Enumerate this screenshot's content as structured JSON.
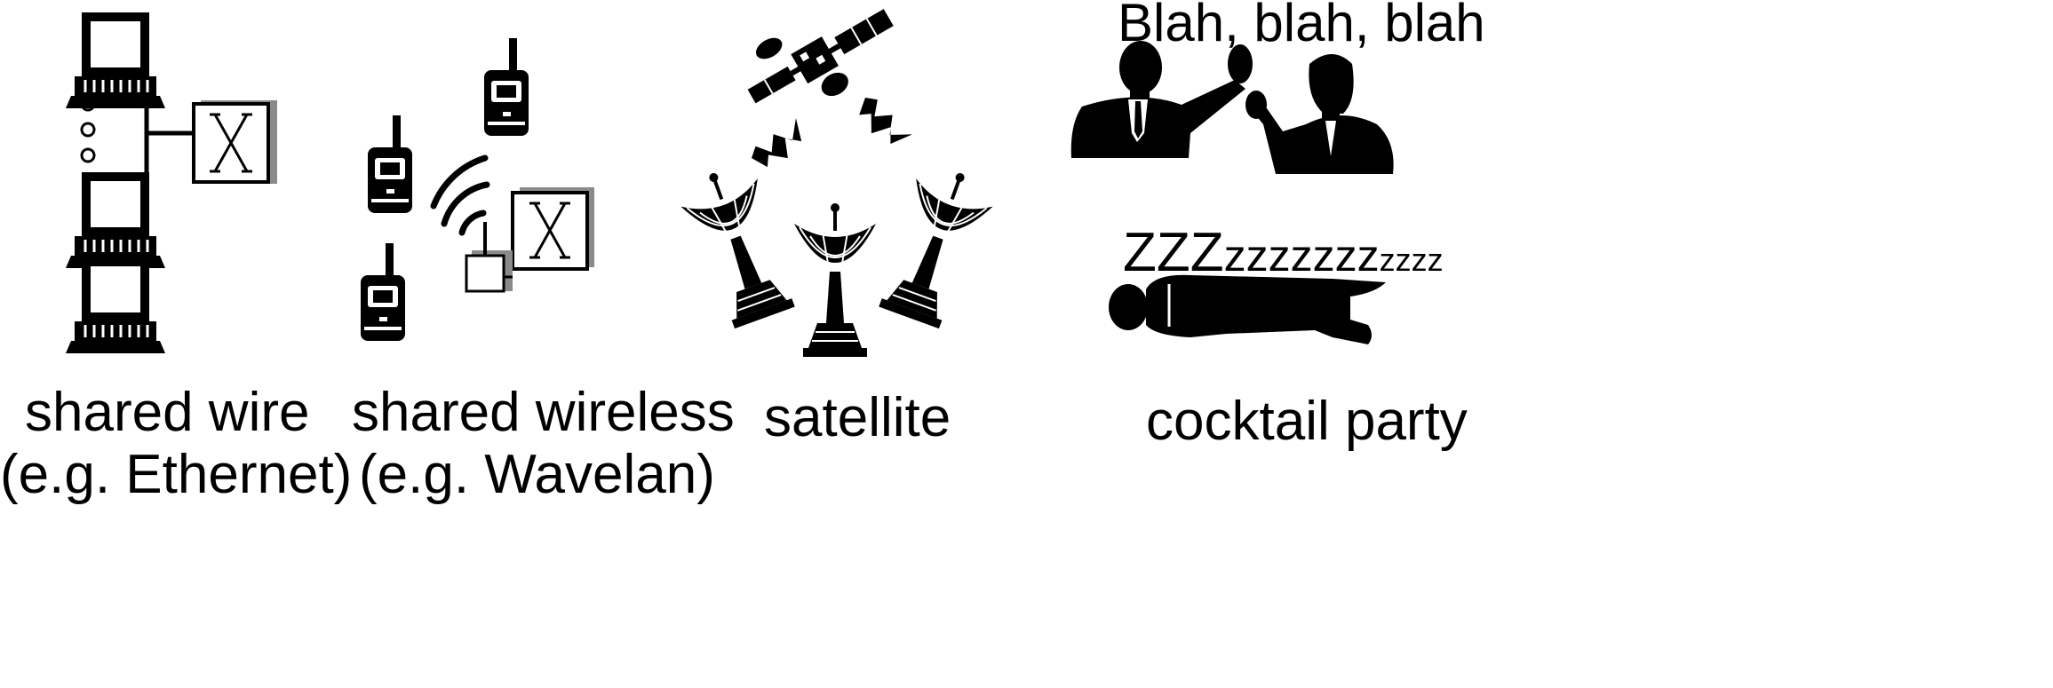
{
  "panels": {
    "shared_wire": {
      "caption_line1": "shared wire",
      "caption_line2": "(e.g. Ethernet)"
    },
    "shared_wireless": {
      "caption_line1": "shared wireless",
      "caption_line2": "(e.g. Wavelan)"
    },
    "satellite": {
      "caption": "satellite"
    },
    "cocktail_party": {
      "caption": "cocktail party",
      "speech": "Blah, blah, blah",
      "snore_big": "ZZZ",
      "snore_mid": "zzzzzzz",
      "snore_small": "zzzz"
    }
  },
  "colors": {
    "ink": "#000000",
    "shadow": "#8a8a8a",
    "background": "#ffffff"
  },
  "icons": [
    "computer-icon",
    "switch-icon",
    "handheld-radio-icon",
    "wireless-waves-icon",
    "satellite-icon",
    "lightning-icon",
    "satellite-dish-icon",
    "person-silhouette-icon"
  ]
}
